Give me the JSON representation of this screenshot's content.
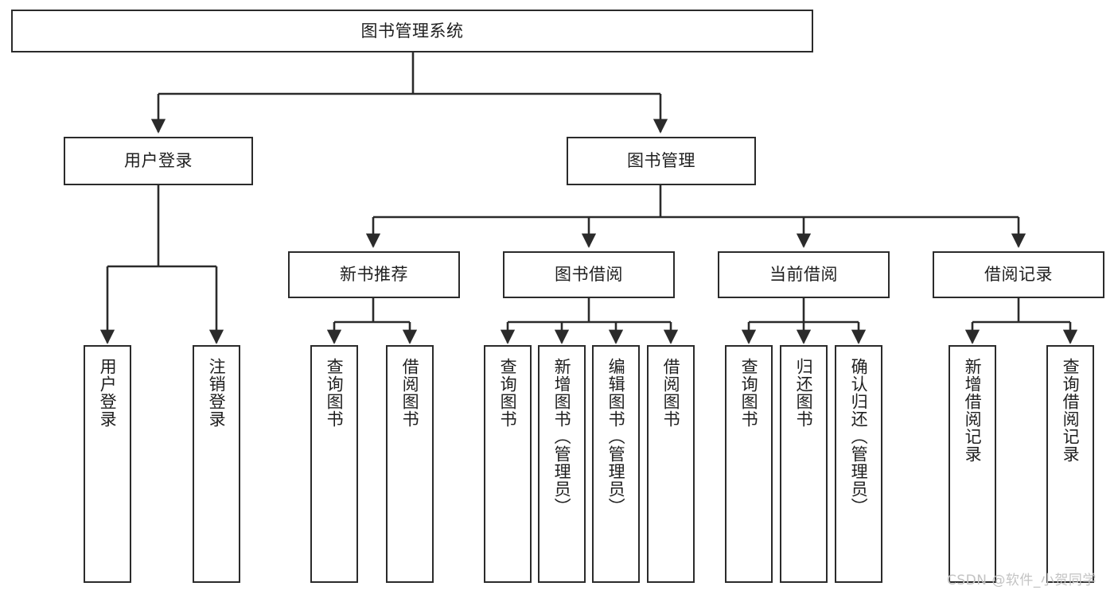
{
  "diagram": {
    "title": "图书管理系统",
    "type": "tree-hierarchy",
    "background_color": "#ffffff",
    "border_color": "#2b2b2b",
    "text_color": "#1f1f1f",
    "nodes": {
      "root": {
        "label": "图书管理系统"
      },
      "level2": [
        {
          "label": "用户登录"
        },
        {
          "label": "图书管理"
        }
      ],
      "level3": [
        {
          "label": "新书推荐"
        },
        {
          "label": "图书借阅"
        },
        {
          "label": "当前借阅"
        },
        {
          "label": "借阅记录"
        }
      ],
      "leaves_user_login": [
        {
          "label": "用户登录"
        },
        {
          "label": "注销登录"
        }
      ],
      "leaves_new_books": [
        {
          "label": "查询图书"
        },
        {
          "label": "借阅图书"
        }
      ],
      "leaves_borrow": [
        {
          "label": "查询图书"
        },
        {
          "label": "新增图书（管理员）"
        },
        {
          "label": "编辑图书（管理员）"
        },
        {
          "label": "借阅图书"
        }
      ],
      "leaves_current": [
        {
          "label": "查询图书"
        },
        {
          "label": "归还图书"
        },
        {
          "label": "确认归还（管理员）"
        }
      ],
      "leaves_records": [
        {
          "label": "新增借阅记录"
        },
        {
          "label": "查询借阅记录"
        }
      ]
    },
    "watermark": "CSDN @软件_小贺同学"
  }
}
